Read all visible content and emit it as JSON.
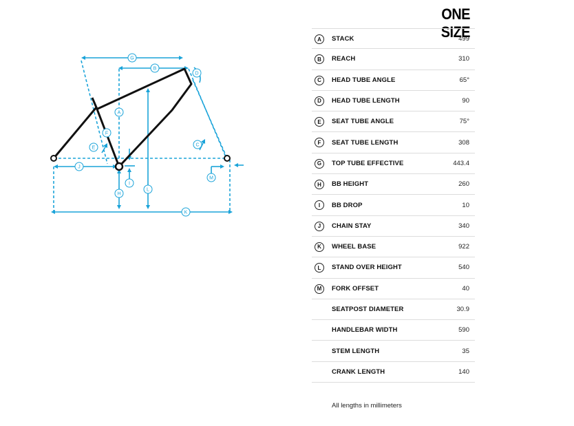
{
  "size_title": "ONE SIZE",
  "diagram": {
    "badges": [
      "A",
      "B",
      "C",
      "D",
      "E",
      "F",
      "G",
      "H",
      "I",
      "J",
      "K",
      "L",
      "M"
    ]
  },
  "rows": [
    {
      "letter": "A",
      "label": "STACK",
      "value": "499"
    },
    {
      "letter": "B",
      "label": "REACH",
      "value": "310"
    },
    {
      "letter": "C",
      "label": "HEAD TUBE ANGLE",
      "value": "65°"
    },
    {
      "letter": "D",
      "label": "HEAD TUBE LENGTH",
      "value": "90"
    },
    {
      "letter": "E",
      "label": "SEAT TUBE ANGLE",
      "value": "75°"
    },
    {
      "letter": "F",
      "label": "SEAT TUBE LENGTH",
      "value": "308"
    },
    {
      "letter": "G",
      "label": "TOP TUBE EFFECTIVE",
      "value": "443.4"
    },
    {
      "letter": "H",
      "label": "BB HEIGHT",
      "value": "260"
    },
    {
      "letter": "I",
      "label": "BB DROP",
      "value": "10"
    },
    {
      "letter": "J",
      "label": "CHAIN STAY",
      "value": "340"
    },
    {
      "letter": "K",
      "label": "WHEEL BASE",
      "value": "922"
    },
    {
      "letter": "L",
      "label": "STAND OVER HEIGHT",
      "value": "540"
    },
    {
      "letter": "M",
      "label": "FORK OFFSET",
      "value": "40"
    },
    {
      "letter": "",
      "label": "SEATPOST DIAMETER",
      "value": "30.9"
    },
    {
      "letter": "",
      "label": "HANDLEBAR WIDTH",
      "value": "590"
    },
    {
      "letter": "",
      "label": "STEM LENGTH",
      "value": "35"
    },
    {
      "letter": "",
      "label": "CRANK LENGTH",
      "value": "140"
    }
  ],
  "footnote": "All lengths in millimeters",
  "colors": {
    "accent": "#1aa3d9",
    "frame": "#111111",
    "divider": "#dcdcdc"
  }
}
